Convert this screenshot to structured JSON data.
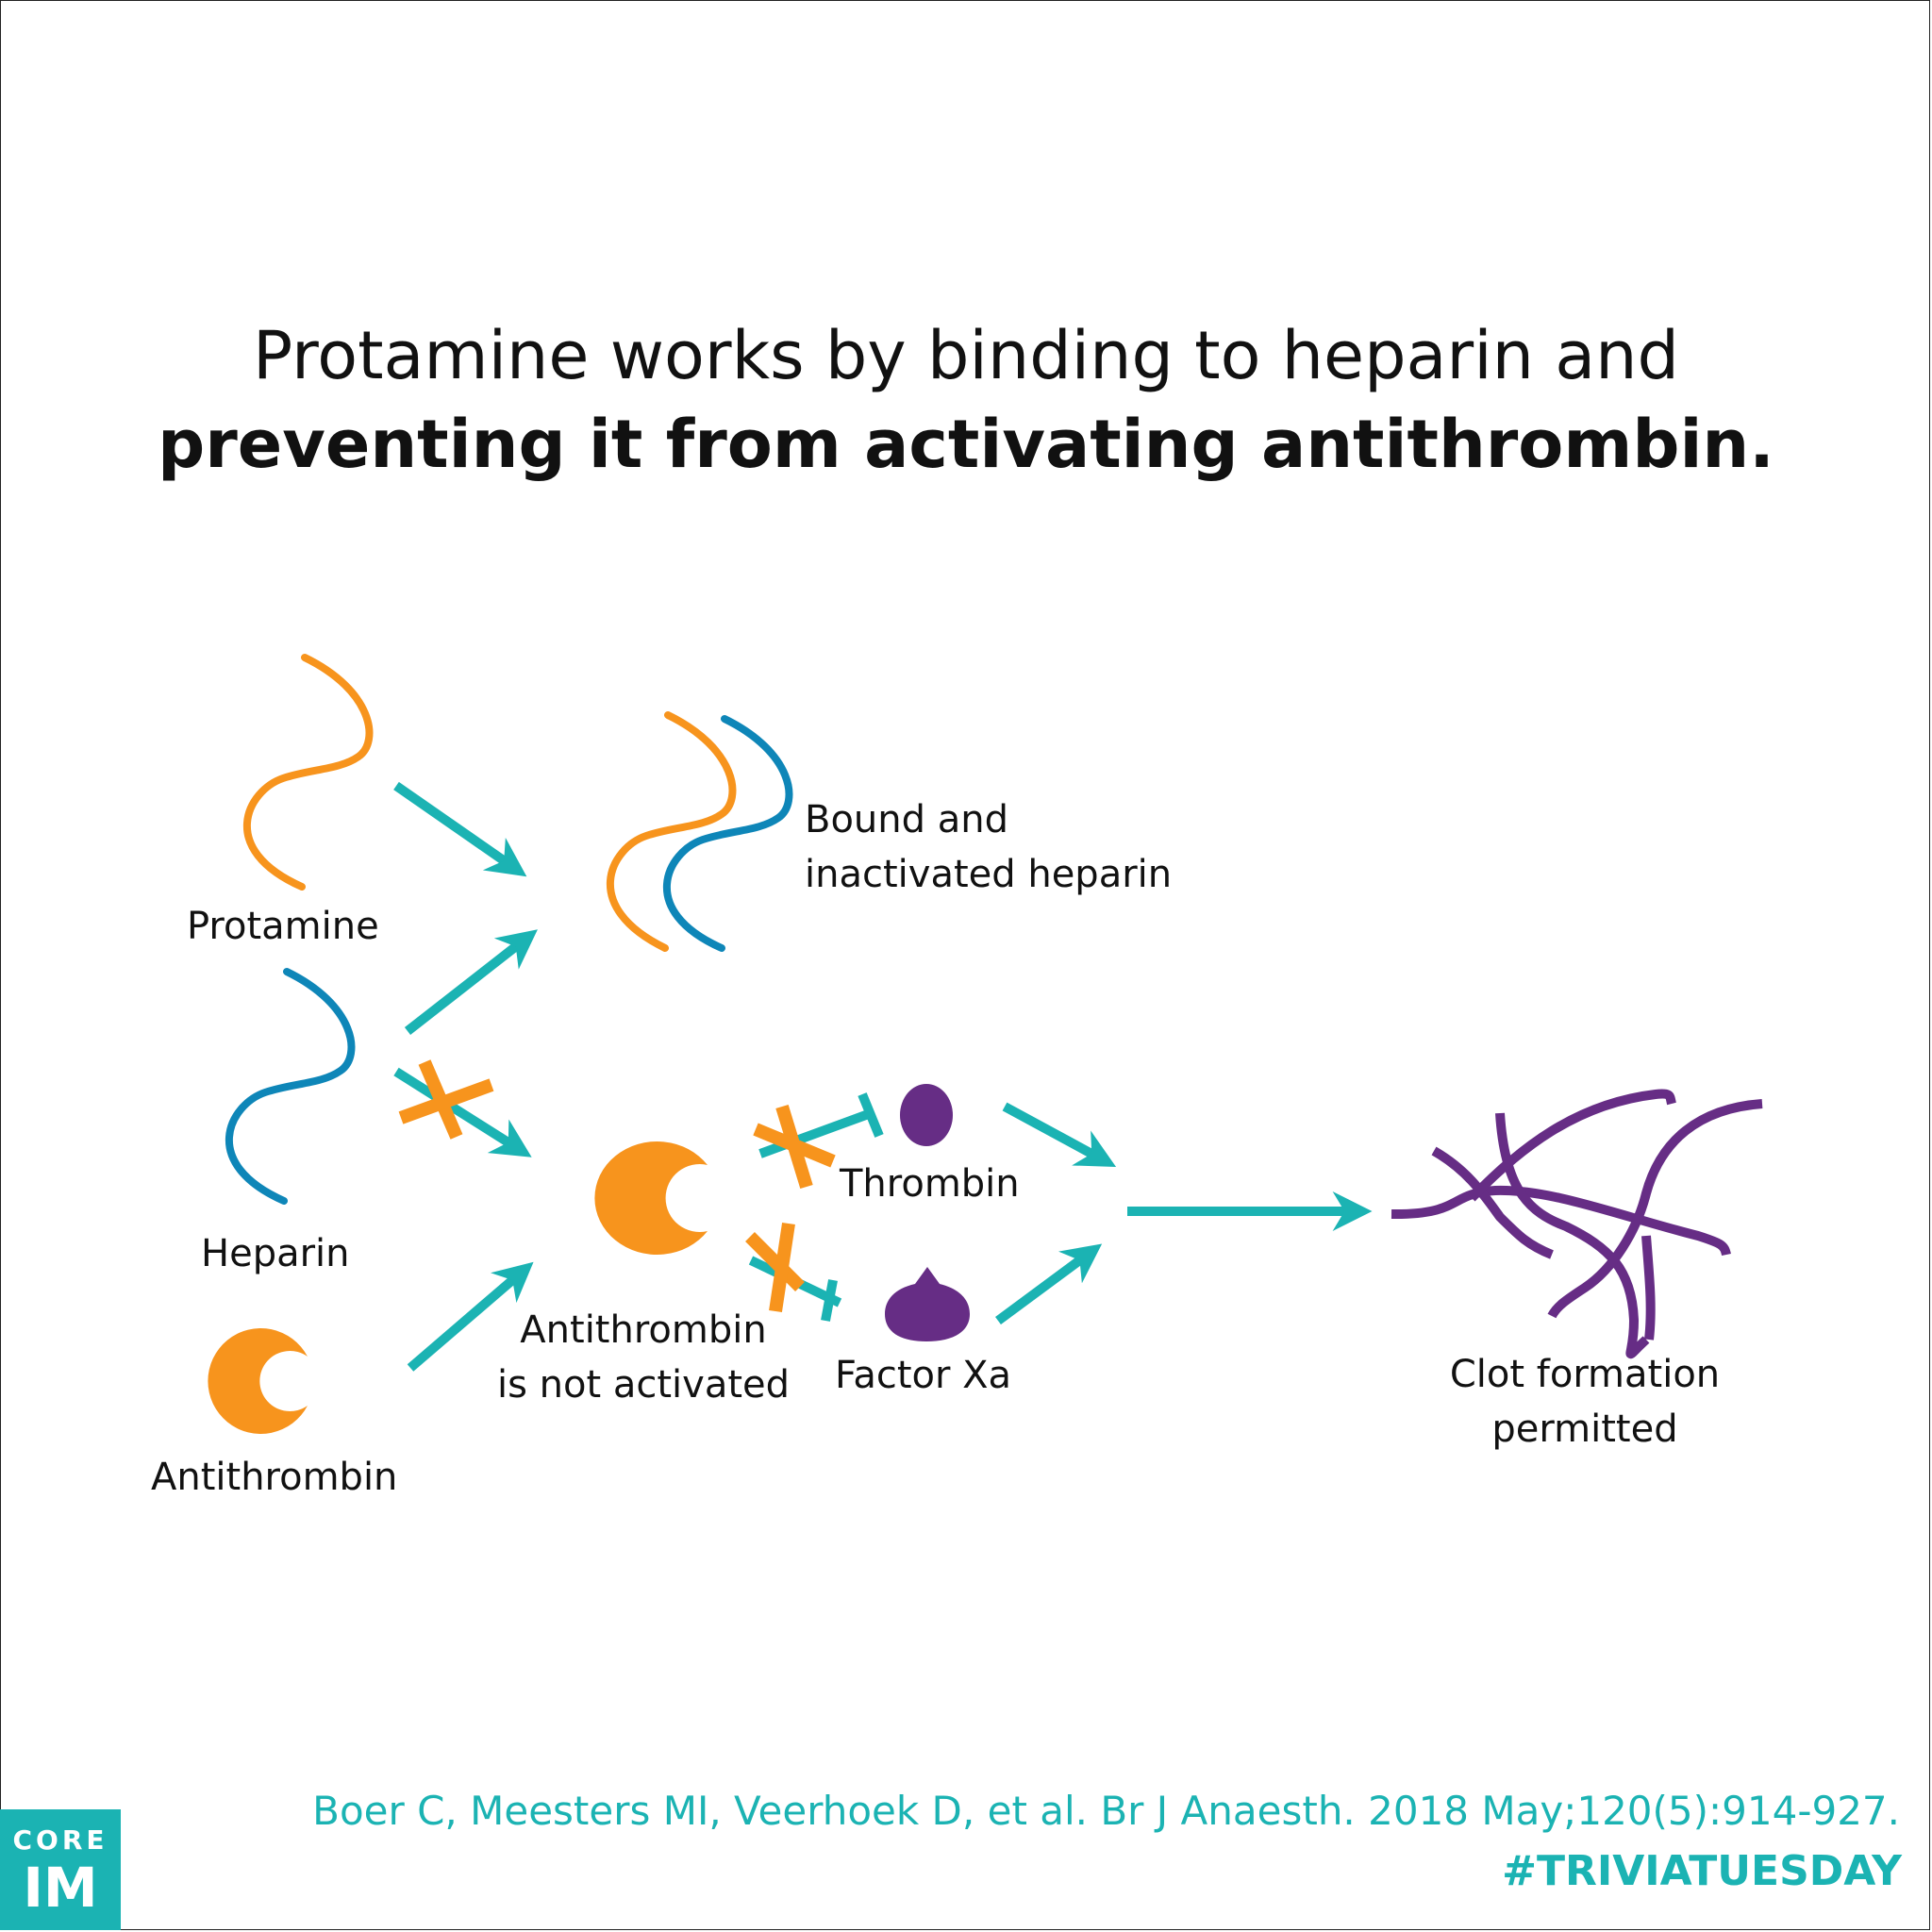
{
  "title": {
    "line1": "Protamine works by binding to heparin and",
    "line2": "preventing it from activating antithrombin."
  },
  "labels": {
    "protamine": "Protamine",
    "heparin": "Heparin",
    "antithrombin": "Antithrombin",
    "bound_line1": "Bound and",
    "bound_line2": "inactivated heparin",
    "at_not_active_line1": "Antithrombin",
    "at_not_active_line2": "is not activated",
    "thrombin": "Thrombin",
    "factor_xa": "Factor Xa",
    "clot_line1": "Clot formation",
    "clot_line2": "permitted"
  },
  "footer": {
    "citation": "Boer C, Meesters MI, Veerhoek D, et al. Br J Anaesth. 2018 May;120(5):914-927.",
    "hashtag": "#TRIVIATUESDAY",
    "logo_top": "CORE",
    "logo_bottom": "IM"
  },
  "colors": {
    "orange": "#f7941d",
    "blue": "#0e86b8",
    "teal": "#1bb3b3",
    "purple": "#662d85",
    "text": "#111111"
  }
}
